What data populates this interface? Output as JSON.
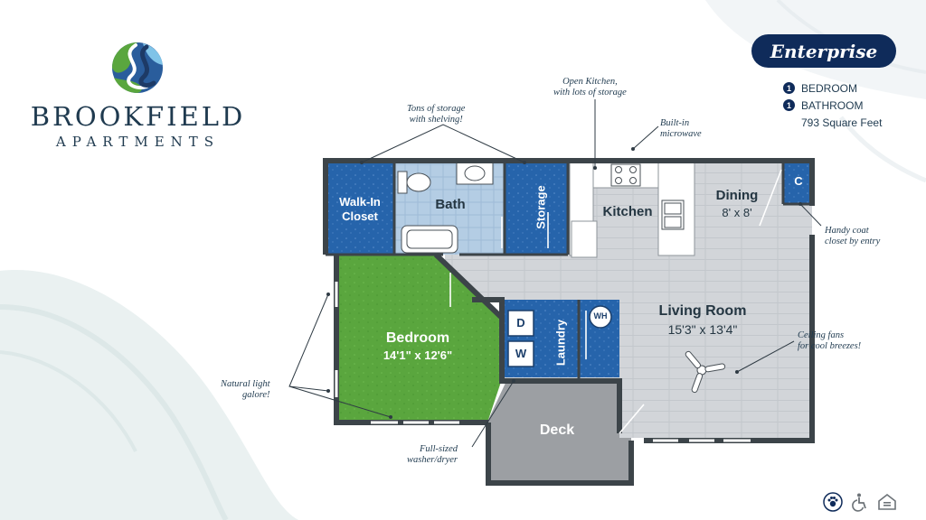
{
  "brand": {
    "name": "BROOKFIELD",
    "subtitle": "APARTMENTS"
  },
  "plan": {
    "name": "Enterprise",
    "bedrooms": {
      "count": "1",
      "label": "BEDROOM"
    },
    "bathrooms": {
      "count": "1",
      "label": "BATHROOM"
    },
    "square_feet": "793 Square Feet"
  },
  "rooms": {
    "walk_in_closet": "Walk-In Closet",
    "bath": "Bath",
    "storage": "Storage",
    "kitchen": "Kitchen",
    "dining": "Dining",
    "dining_dim": "8' x 8'",
    "coat_closet": "C",
    "bedroom": "Bedroom",
    "bedroom_dim": "14'1\" x 12'6\"",
    "living_room": "Living Room",
    "living_room_dim": "15'3\" x 13'4\"",
    "laundry": "Laundry",
    "dryer": "D",
    "washer": "W",
    "water_heater": "WH",
    "deck": "Deck"
  },
  "annotations": {
    "storage_shelving": "Tons of storage\nwith shelving!",
    "open_kitchen": "Open Kitchen,\nwith lots of storage",
    "microwave": "Built-in\nmicrowave",
    "coat_closet": "Handy coat\ncloset by entry",
    "ceiling_fans": "Ceiling fans\nfor cool breezes!",
    "natural_light": "Natural light\ngalore!",
    "washer_dryer": "Full-sized\nwasher/dryer"
  },
  "colors": {
    "navy": "#0f2b5a",
    "blue_room": "#2462a8",
    "green_room": "#5aa63e",
    "light_blue": "#a9c6e0",
    "floor_gray": "#cfd2d6",
    "deck_gray": "#9c9fa3",
    "wall": "#3c4449"
  },
  "icons": [
    "pet-friendly-icon",
    "wheelchair-accessible-icon",
    "equal-housing-icon"
  ]
}
